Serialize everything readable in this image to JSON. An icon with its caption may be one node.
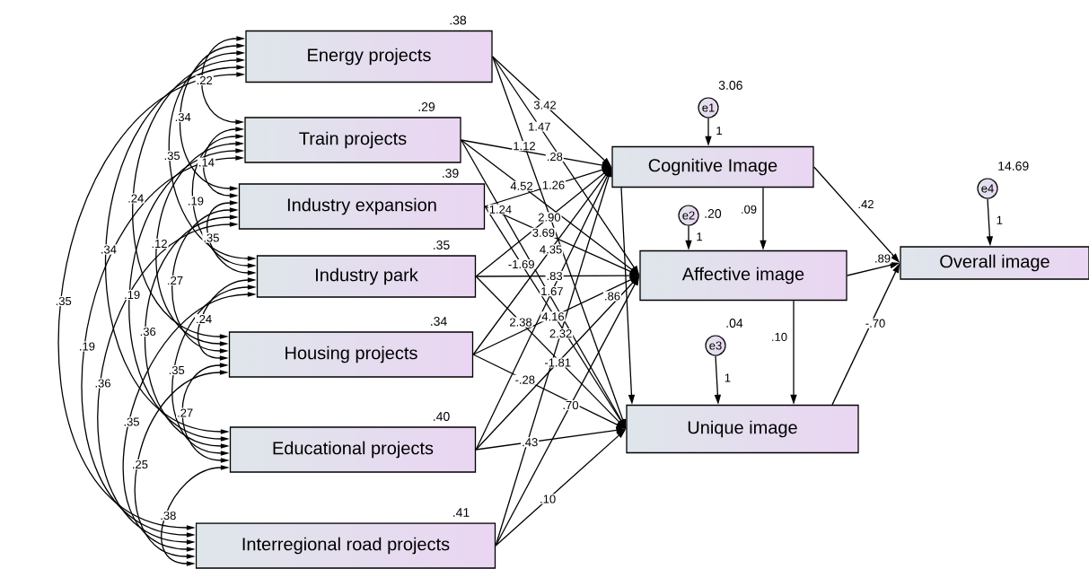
{
  "diagram": {
    "nodes": [
      {
        "text": [
          "Energy projects"
        ],
        "beside": [
          ".38"
        ]
      },
      {
        "text": [
          "Train projects"
        ],
        "beside": [
          ".29"
        ]
      },
      {
        "text": [
          "Industry expansion"
        ],
        "beside": [
          ".39"
        ]
      },
      {
        "text": [
          "Industry park"
        ],
        "beside": [
          ".35"
        ]
      },
      {
        "text": [
          "Housing projects"
        ],
        "beside": [
          ".34"
        ]
      },
      {
        "text": [
          "Educational projects"
        ],
        "beside": [
          ".40"
        ]
      },
      {
        "text": [
          "Interregional road projects"
        ],
        "beside": [
          ".41"
        ]
      },
      {
        "text": [
          "Cognitive Image"
        ]
      },
      {
        "text": [
          "Affective image"
        ]
      },
      {
        "text": [
          "Unique image"
        ]
      },
      {
        "text": [
          "Overall image"
        ]
      },
      {
        "text": [
          "e1"
        ],
        "beside": [
          "3.06"
        ]
      },
      {
        "text": [
          "e2"
        ],
        "beside": [
          ".20"
        ]
      },
      {
        "text": [
          "e3"
        ],
        "beside": [
          ".04"
        ]
      },
      {
        "text": [
          "e4"
        ],
        "beside": [
          "14.69"
        ]
      }
    ],
    "edges": [
      {
        "from": 0,
        "to": 1,
        "arrow": "both",
        "label": ".22"
      },
      {
        "from": 1,
        "to": 2,
        "arrow": "both",
        "label": ".14"
      },
      {
        "from": 2,
        "to": 3,
        "arrow": "both",
        "label": ".35"
      },
      {
        "from": 3,
        "to": 4,
        "arrow": "both",
        "label": ".24"
      },
      {
        "from": 4,
        "to": 5,
        "arrow": "both",
        "label": ".27"
      },
      {
        "from": 5,
        "to": 6,
        "arrow": "both",
        "label": ".38"
      },
      {
        "from": 0,
        "to": 2,
        "arrow": "both",
        "label": ".34"
      },
      {
        "from": 1,
        "to": 3,
        "arrow": "both",
        "label": ".19"
      },
      {
        "from": 2,
        "to": 4,
        "arrow": "both",
        "label": ".27"
      },
      {
        "from": 3,
        "to": 5,
        "arrow": "both",
        "label": ".35"
      },
      {
        "from": 4,
        "to": 6,
        "arrow": "both",
        "label": ".25"
      },
      {
        "from": 0,
        "to": 3,
        "arrow": "both",
        "label": ".35"
      },
      {
        "from": 1,
        "to": 4,
        "arrow": "both",
        "label": ".12"
      },
      {
        "from": 2,
        "to": 5,
        "arrow": "both",
        "label": ".36"
      },
      {
        "from": 3,
        "to": 6,
        "arrow": "both",
        "label": ".35"
      },
      {
        "from": 0,
        "to": 4,
        "arrow": "both",
        "label": ".24"
      },
      {
        "from": 1,
        "to": 5,
        "arrow": "both",
        "label": ".19"
      },
      {
        "from": 2,
        "to": 6,
        "arrow": "both",
        "label": ".36"
      },
      {
        "from": 0,
        "to": 5,
        "arrow": "both",
        "label": ".34"
      },
      {
        "from": 1,
        "to": 6,
        "arrow": "both",
        "label": ".19"
      },
      {
        "from": 0,
        "to": 6,
        "arrow": "both",
        "label": ".35"
      },
      {
        "from": 0,
        "to": 7,
        "arrow": "to",
        "label": "3.42"
      },
      {
        "from": 0,
        "to": 8,
        "arrow": "to",
        "label": "1.47"
      },
      {
        "from": 0,
        "to": 9,
        "arrow": "to",
        "label": "1.12"
      },
      {
        "from": 1,
        "to": 7,
        "arrow": "to",
        "label": ".28"
      },
      {
        "from": 1,
        "to": 8,
        "arrow": "to",
        "label": "4.52"
      },
      {
        "from": 1,
        "to": 9,
        "arrow": "to",
        "label": "1.24"
      },
      {
        "from": 2,
        "to": 7,
        "arrow": "to",
        "label": "1.26"
      },
      {
        "from": 2,
        "to": 8,
        "arrow": "to",
        "label": "3.69"
      },
      {
        "from": 2,
        "to": 9,
        "arrow": "to",
        "label": "-1.69"
      },
      {
        "from": 3,
        "to": 7,
        "arrow": "to",
        "label": "2.90"
      },
      {
        "from": 3,
        "to": 8,
        "arrow": "to",
        "label": ".83"
      },
      {
        "from": 3,
        "to": 9,
        "arrow": "to",
        "label": "2.38"
      },
      {
        "from": 4,
        "to": 7,
        "arrow": "to",
        "label": "4.35"
      },
      {
        "from": 4,
        "to": 8,
        "arrow": "to",
        "label": "4.16"
      },
      {
        "from": 4,
        "to": 9,
        "arrow": "to",
        "label": "-.28"
      },
      {
        "from": 5,
        "to": 7,
        "arrow": "to",
        "label": "1.67"
      },
      {
        "from": 5,
        "to": 8,
        "arrow": "to",
        "label": "-1.81"
      },
      {
        "from": 5,
        "to": 9,
        "arrow": "to",
        "label": ".43"
      },
      {
        "from": 6,
        "to": 7,
        "arrow": "to",
        "label": "2.32"
      },
      {
        "from": 6,
        "to": 8,
        "arrow": "to",
        "label": ".70"
      },
      {
        "from": 6,
        "to": 9,
        "arrow": "to",
        "label": ".10"
      },
      {
        "from": 7,
        "to": 8,
        "arrow": "to",
        "label": ".09"
      },
      {
        "from": 7,
        "to": 9,
        "arrow": "to",
        "label": ".86"
      },
      {
        "from": 8,
        "to": 9,
        "arrow": "to",
        "label": ".10"
      },
      {
        "from": 7,
        "to": 10,
        "arrow": "to",
        "label": ".42"
      },
      {
        "from": 8,
        "to": 10,
        "arrow": "to",
        "label": ".89"
      },
      {
        "from": 9,
        "to": 10,
        "arrow": "to",
        "label": "-.70"
      },
      {
        "from": 11,
        "to": 7,
        "arrow": "to",
        "label": "1"
      },
      {
        "from": 12,
        "to": 8,
        "arrow": "to",
        "label": "1"
      },
      {
        "from": 13,
        "to": 9,
        "arrow": "to",
        "label": "1"
      },
      {
        "from": 14,
        "to": 10,
        "arrow": "to",
        "label": "1"
      }
    ]
  }
}
